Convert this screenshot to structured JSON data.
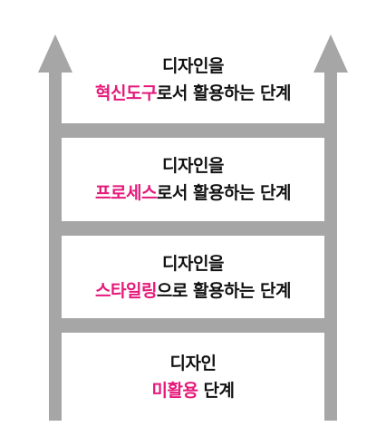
{
  "colors": {
    "frame": "#a6a6a6",
    "text": "#111111",
    "highlight": "#e5197a",
    "background": "#ffffff"
  },
  "levels": [
    {
      "line1": "디자인을",
      "highlight": "혁신도구",
      "rest": "로서 활용하는 단계"
    },
    {
      "line1": "디자인을",
      "highlight": "프로세스",
      "rest": "로서 활용하는 단계"
    },
    {
      "line1": "디자인을",
      "highlight": "스타일링",
      "rest": "으로 활용하는 단계"
    },
    {
      "line1": "디자인",
      "highlight": "미활용",
      "rest": " 단계"
    }
  ]
}
